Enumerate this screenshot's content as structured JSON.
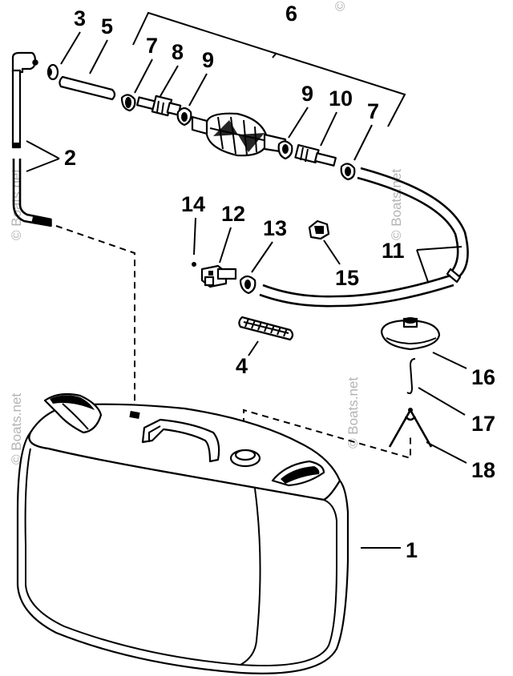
{
  "callouts": [
    {
      "id": "callout-1",
      "label": "1"
    },
    {
      "id": "callout-2",
      "label": "2"
    },
    {
      "id": "callout-3",
      "label": "3"
    },
    {
      "id": "callout-4",
      "label": "4"
    },
    {
      "id": "callout-5",
      "label": "5"
    },
    {
      "id": "callout-6",
      "label": "6"
    },
    {
      "id": "callout-7a",
      "label": "7"
    },
    {
      "id": "callout-7b",
      "label": "7"
    },
    {
      "id": "callout-8",
      "label": "8"
    },
    {
      "id": "callout-9a",
      "label": "9"
    },
    {
      "id": "callout-9b",
      "label": "9"
    },
    {
      "id": "callout-10",
      "label": "10"
    },
    {
      "id": "callout-11",
      "label": "11"
    },
    {
      "id": "callout-12",
      "label": "12"
    },
    {
      "id": "callout-13",
      "label": "13"
    },
    {
      "id": "callout-14",
      "label": "14"
    },
    {
      "id": "callout-15",
      "label": "15"
    },
    {
      "id": "callout-16",
      "label": "16"
    },
    {
      "id": "callout-17",
      "label": "17"
    },
    {
      "id": "callout-18",
      "label": "18"
    }
  ],
  "watermark": {
    "text": "© Boats.net"
  }
}
